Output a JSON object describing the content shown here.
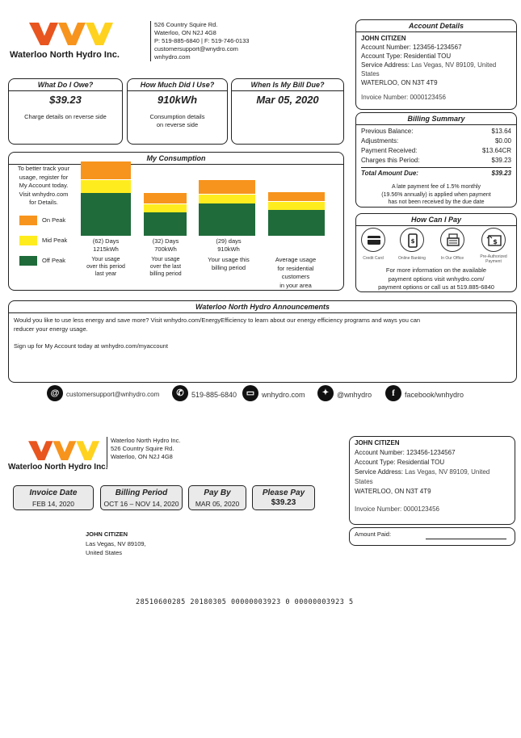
{
  "company": {
    "name": "Waterloo North Hydro Inc.",
    "address_line1": "526 Country Squire Rd.",
    "address_line2": "Waterloo, ON N2J 4G8",
    "phone_fax": "P: 519-885-6840 | F: 519-746-0133",
    "email": "customersupport@wnydro.com",
    "web": "wnhydro.com"
  },
  "account_details": {
    "title": "Account Details",
    "name": "JOHN CITIZEN",
    "account_number": "Account Number: 123456-1234567",
    "account_type": "Account Type: Residential TOU",
    "service_address_label": "Service Address:",
    "service_address_value": "Las Vegas, NV 89109, United",
    "service_address_line2": "States",
    "city_line": "WATERLOO, ON N3T 4T9",
    "invoice_number": "Invoice Number: 0000123456"
  },
  "owe": {
    "title": "What Do I Owe?",
    "amount": "$39.23",
    "note": "Charge details on reverse side"
  },
  "use": {
    "title": "How Much Did I Use?",
    "amount": "910kWh",
    "note1": "Consumption details",
    "note2": "on reverse side"
  },
  "due": {
    "title": "When Is My Bill Due?",
    "date": "Mar 05, 2020"
  },
  "billing_summary": {
    "title": "Billing Summary",
    "rows": [
      {
        "label": "Previous Balance:",
        "value": "$13.64"
      },
      {
        "label": "Adjustments:",
        "value": "$0.00"
      },
      {
        "label": "Payment Received:",
        "value": "$13.64CR"
      },
      {
        "label": "Charges this Period:",
        "value": "$39.23"
      }
    ],
    "total_label": "Total Amount Due:",
    "total_value": "$39.23",
    "late_fee_line1": "A late payment fee of 1.5% monthly",
    "late_fee_line2": "(19.56% annually) is applied when payment",
    "late_fee_line3": "has not been received by the due date"
  },
  "consumption": {
    "title": "My Consumption",
    "intro_lines": [
      "To better track your",
      "usage, register for",
      "My Account today.",
      "Visit wnhydro.com",
      "for Details."
    ],
    "legend": [
      {
        "label": "On Peak",
        "color": "#f7941d"
      },
      {
        "label": "Mid Peak",
        "color": "#ffec1f"
      },
      {
        "label": "Off Peak",
        "color": "#1f6b3a"
      }
    ],
    "columns": [
      {
        "days": "(62) Days",
        "kwh": "1215kWh",
        "desc": [
          "Your usage",
          "over this period",
          "last year"
        ]
      },
      {
        "days": "(32) Days",
        "kwh": "700kWh",
        "desc": [
          "Your usage",
          "over the last",
          "billing period"
        ]
      },
      {
        "days": "(29) days",
        "kwh": "910kWh",
        "desc": [
          "Your usage this",
          "billing period"
        ]
      },
      {
        "days": "",
        "kwh": "",
        "desc": [
          "Average usage",
          "for residential",
          "customers",
          "in your area"
        ]
      }
    ]
  },
  "chart_data": {
    "type": "bar",
    "categories": [
      "(62) Days",
      "(32) Days",
      "(29) days",
      "Average"
    ],
    "series": [
      {
        "name": "Off Peak",
        "values": [
          700,
          380,
          530,
          420
        ]
      },
      {
        "name": "Mid Peak",
        "values": [
          210,
          130,
          140,
          130
        ]
      },
      {
        "name": "On Peak",
        "values": [
          305,
          190,
          240,
          160
        ]
      }
    ],
    "colors": [
      "#1f6b3a",
      "#ffec1f",
      "#f7941d"
    ],
    "ylim": [
      0,
      1215
    ]
  },
  "how_pay": {
    "title": "How Can I Pay",
    "methods": [
      "Credit Card",
      "Online Banking",
      "In Our Office",
      "Pre-Authorized Payment"
    ],
    "line1": "For more information on the available",
    "line2": "payment options visit wnhydro.com/",
    "line3": "payment options or call us at 519.885-6840"
  },
  "announcements": {
    "title": "Waterloo North Hydro Announcements",
    "line1": "Would you like to use less energy and save more? Visit wnhydro.com/EnergyEfficiency to learn about our energy efficiency programs and ways you can",
    "line2": "reducer your energy usage.",
    "line3": "Sign up for My Account today at wnhydro.com/myaccount"
  },
  "footer": {
    "email": "customersupport@wnhydro.com",
    "phone": "519-885-6840",
    "web": "wnhydro.com",
    "twitter": "@wnhydro",
    "facebook": "facebook/wnhydro"
  },
  "stub": {
    "address_line1": "Waterloo North Hydro Inc.",
    "address_line2": "526 Country Squire Rd.",
    "address_line3": "Waterloo, ON N2J 4G8",
    "invoice_date_label": "Invoice Date",
    "invoice_date": "FEB 14, 2020",
    "billing_period_label": "Billing Period",
    "billing_period": "OCT 16 – NOV 14, 2020",
    "pay_by_label": "Pay By",
    "pay_by": "MAR 05, 2020",
    "please_pay_label": "Please Pay",
    "please_pay": "$39.23",
    "amount_paid_label": "Amount Paid:",
    "mail_name": "JOHN CITIZEN",
    "mail_line1": "Las Vegas, NV 89109,",
    "mail_line2": "United States",
    "scanline": "28510600285 20180305 00000003923 0 00000003923 5"
  }
}
